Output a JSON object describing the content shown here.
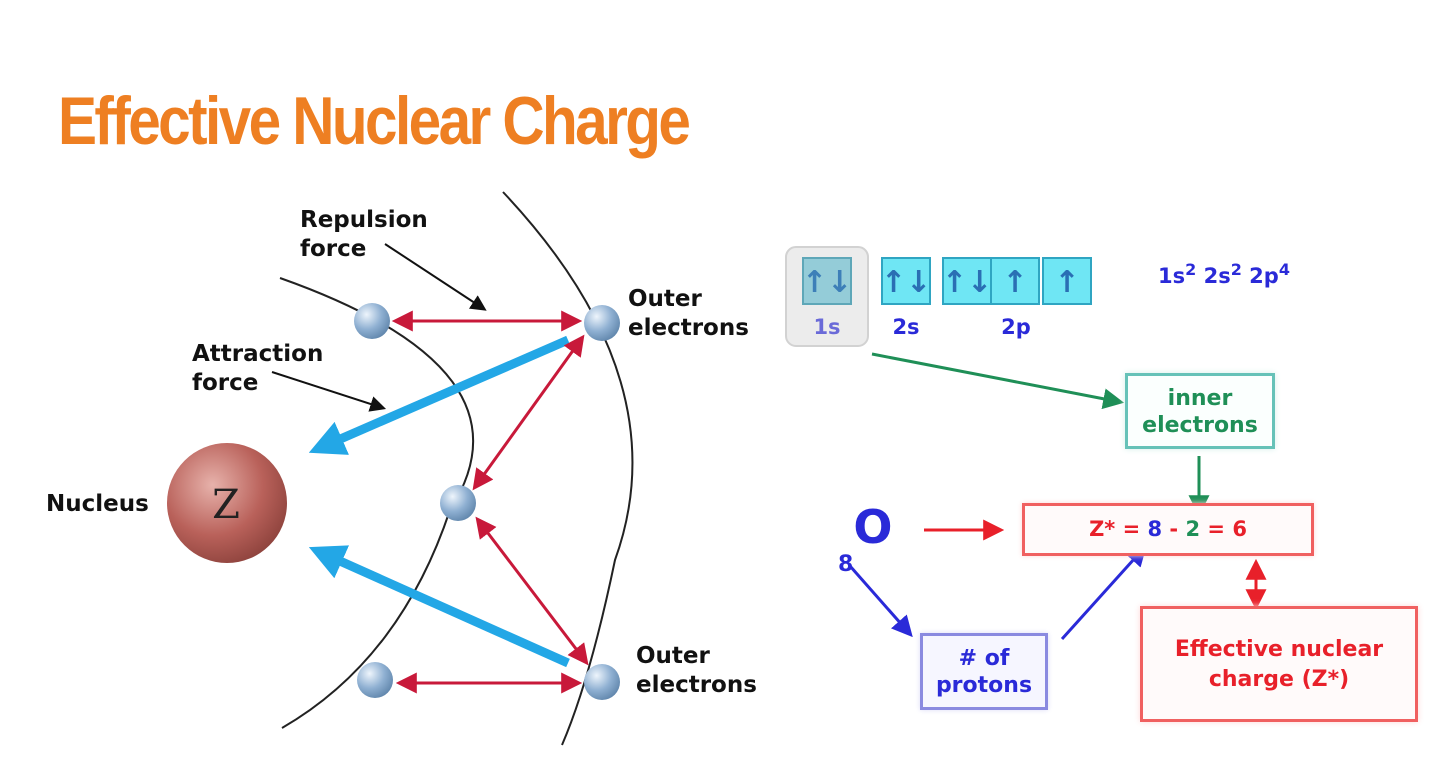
{
  "title": "Effective Nuclear Charge",
  "left_diagram": {
    "repulsion_label": [
      "Repulsion",
      "force"
    ],
    "attraction_label": [
      "Attraction",
      "force"
    ],
    "nucleus_label": "Nucleus",
    "nucleus_symbol": "Z",
    "outer_top_label": [
      "Outer",
      "electrons"
    ],
    "outer_bottom_label": [
      "Outer",
      "electrons"
    ],
    "colors": {
      "repulsion_arrow": "#c8193a",
      "attraction_arrow": "#23a7e6",
      "nucleus": "#b9615a",
      "electron": "#8fb0d2"
    }
  },
  "right_diagram": {
    "orbitals": {
      "labels": {
        "s1": "1s",
        "s2": "2s",
        "p2": "2p"
      },
      "arrows": {
        "s1": "↑↓",
        "s2": "↑↓",
        "p2a": "↑↓",
        "p2b": "↑",
        "p2c": "↑"
      }
    },
    "configuration": {
      "a": "1s",
      "a_sup": "2",
      "b": "2s",
      "b_sup": "2",
      "c": "2p",
      "c_sup": "4"
    },
    "element": {
      "atomic_number": "8",
      "symbol": "O"
    },
    "inner_box": [
      "inner",
      "electrons"
    ],
    "zstar": {
      "lhs": "Z* = ",
      "z": "8",
      "minus": " - ",
      "s": "2",
      "eq": " = ",
      "result": "6"
    },
    "protons_box": [
      "# of",
      "protons"
    ],
    "zeff_box": [
      "Effective nuclear",
      "charge (Z*)"
    ],
    "colors": {
      "green": "#1f8f57",
      "red": "#e8202a",
      "blue": "#2a2ad8",
      "orbital_fill": "#6fe6f4"
    }
  }
}
